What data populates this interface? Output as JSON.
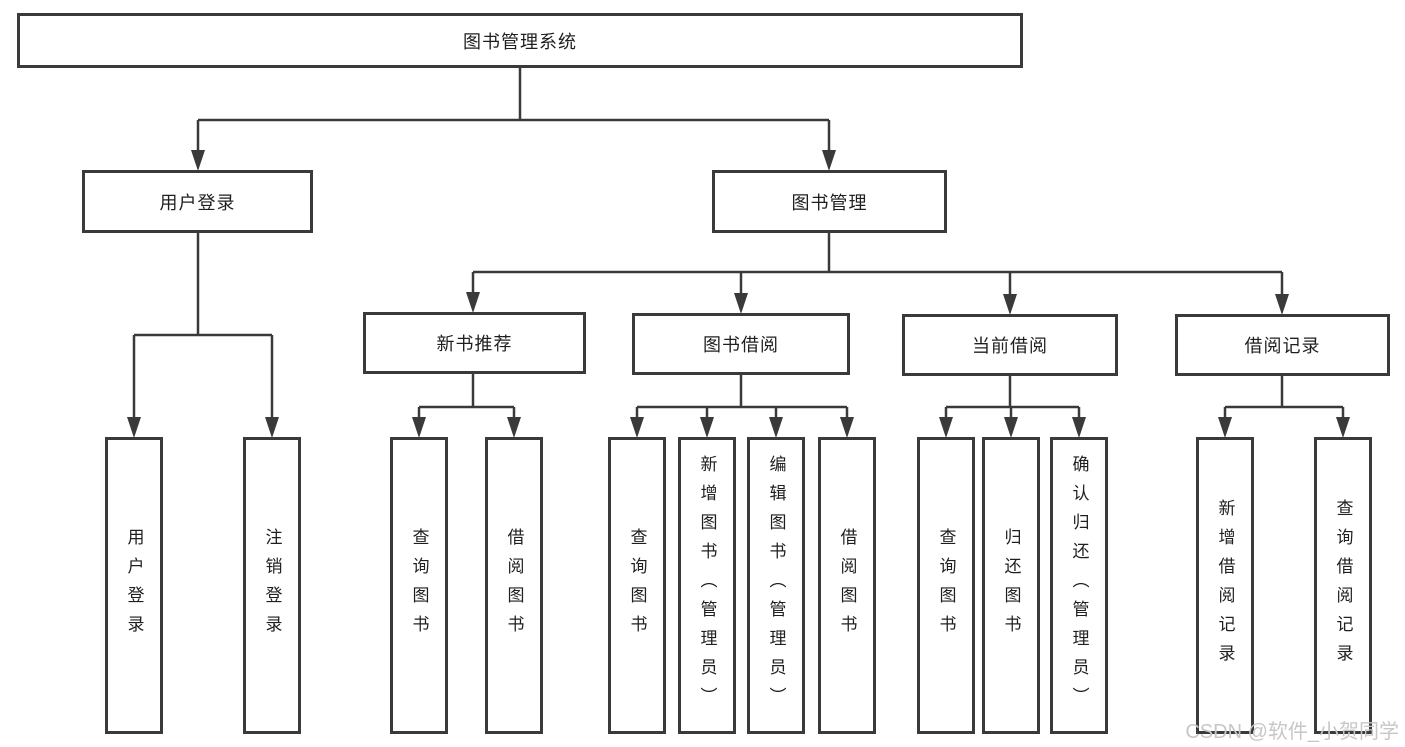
{
  "diagram": {
    "root": {
      "label": "图书管理系统"
    },
    "user_login": {
      "label": "用户登录",
      "children": {
        "login": {
          "label": "用户登录"
        },
        "logout": {
          "label": "注销登录"
        }
      }
    },
    "book_mgmt": {
      "label": "图书管理",
      "children": {
        "new_book_rec": {
          "label": "新书推荐",
          "children": {
            "query": {
              "label": "查询图书"
            },
            "borrow": {
              "label": "借阅图书"
            }
          }
        },
        "book_borrow": {
          "label": "图书借阅",
          "children": {
            "query": {
              "label": "查询图书"
            },
            "add": {
              "label": "新增图书（管理员）"
            },
            "edit": {
              "label": "编辑图书（管理员）"
            },
            "borrow": {
              "label": "借阅图书"
            }
          }
        },
        "current_borrow": {
          "label": "当前借阅",
          "children": {
            "query": {
              "label": "查询图书"
            },
            "return": {
              "label": "归还图书"
            },
            "confirm": {
              "label": "确认归还（管理员）"
            }
          }
        },
        "borrow_records": {
          "label": "借阅记录",
          "children": {
            "add": {
              "label": "新增借阅记录"
            },
            "query": {
              "label": "查询借阅记录"
            }
          }
        }
      }
    }
  },
  "watermark": {
    "text": "CSDN @软件_小贺同学"
  },
  "colors": {
    "line": "#3a3a3a",
    "text": "#1f1f1f",
    "watermark_text": "#c7c7c7",
    "background": "#ffffff"
  }
}
